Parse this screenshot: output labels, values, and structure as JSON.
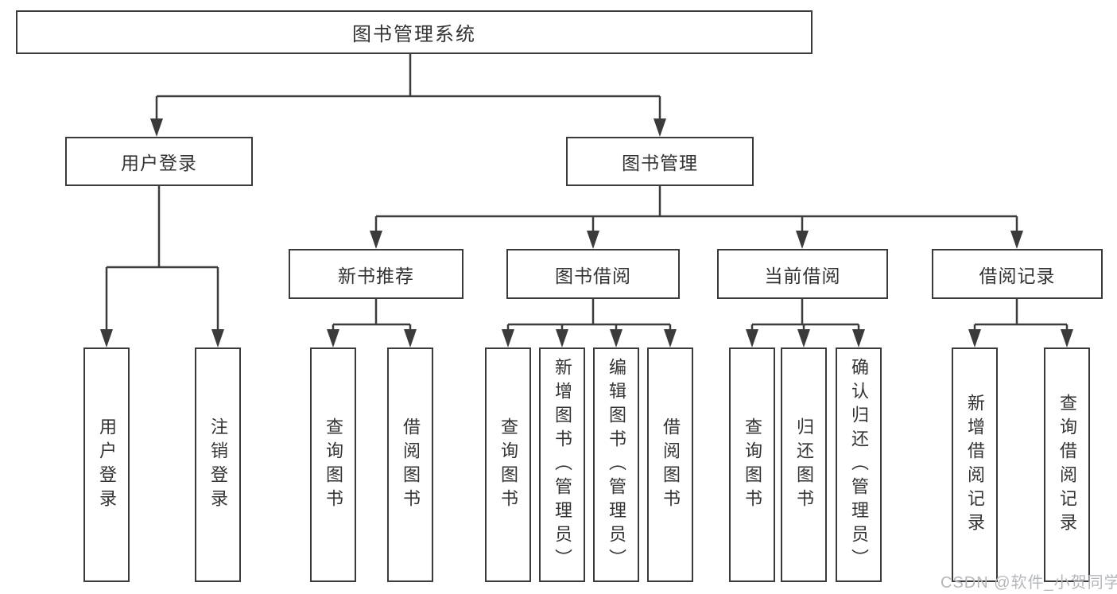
{
  "diagram": {
    "root": "图书管理系统",
    "level1": [
      "用户登录",
      "图书管理"
    ],
    "level2": [
      "新书推荐",
      "图书借阅",
      "当前借阅",
      "借阅记录"
    ],
    "leaves": {
      "user_login": [
        "用户登录",
        "注销登录"
      ],
      "new_books": [
        "查询图书",
        "借阅图书"
      ],
      "book_borrowing": [
        "查询图书",
        "新增图书（管理员）",
        "编辑图书（管理员）",
        "借阅图书"
      ],
      "current_borrowing": [
        "查询图书",
        "归还图书",
        "确认归还（管理员）"
      ],
      "borrowing_records": [
        "新增借阅记录",
        "查询借阅记录"
      ]
    }
  },
  "watermark": "CSDN @软件_小贺同学",
  "colors": {
    "line": "#3b3b3b",
    "text": "#333333",
    "box_background": "#ffffff",
    "watermark": "#b4b7bc"
  }
}
